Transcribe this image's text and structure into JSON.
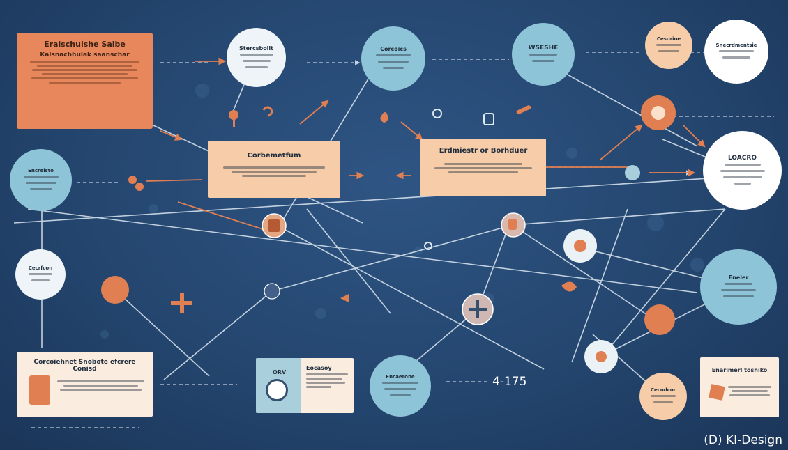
{
  "diagram": {
    "top_left_card": {
      "title": "Eraischulshe Saibe",
      "subtitle": "Kalsnachhulak saanschar"
    },
    "center_left_card": {
      "title": "Corbemetfum"
    },
    "center_right_card": {
      "title": "Erdmiestr or Borhduer"
    },
    "bottom_left_card": {
      "title": "Corcoiehnet Snobote efcrere Conisd"
    },
    "bottom_center_card": {
      "title": "Eocasoy",
      "badge": "ORV"
    },
    "bottom_right_card": {
      "title": "Enarimerl toshiko"
    },
    "circles": {
      "c1": "Stercsbolit",
      "c2": "Corcoics",
      "c3": "WSESHE",
      "c4": "Cesorioe",
      "c5": "Snecrdmentsie",
      "c6": "Encreisto",
      "c7": "LOACRO",
      "c8": "Cecrfcon",
      "c9": "Eneler",
      "c10": "Encaerone",
      "c11": "Cecodcor"
    },
    "number_label": "4-175"
  },
  "watermark": "(D) KI-Design",
  "colors": {
    "bg": "#24466f",
    "orange": "#e07f52",
    "peach": "#f6cca9",
    "cream": "#fbece0",
    "teal": "#8ec4d7",
    "light": "#eef4f8"
  }
}
